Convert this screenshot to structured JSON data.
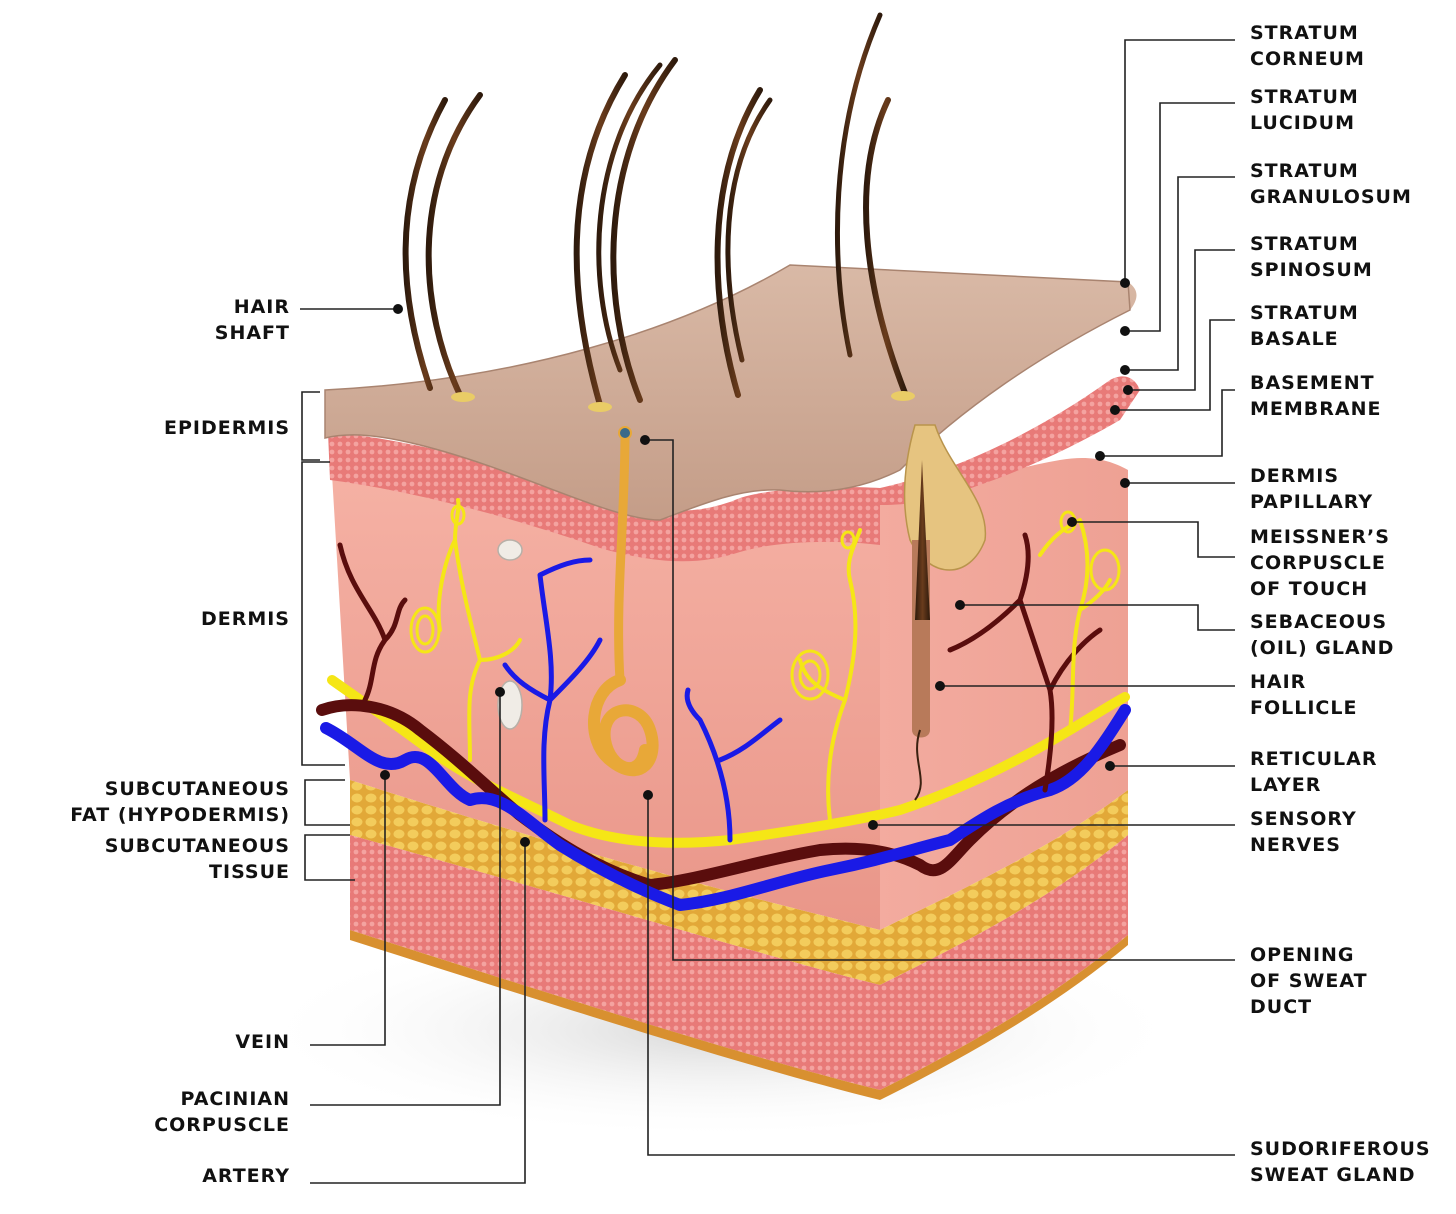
{
  "labels": {
    "hair_shaft": "HAIR\nSHAFT",
    "epidermis": "EPIDERMIS",
    "dermis": "DERMIS",
    "subcutaneous_fat": "SUBCUTANEOUS\nFAT (HYPODERMIS)",
    "subcutaneous_tissue": "SUBCUTANEOUS\nTISSUE",
    "vein": "VEIN",
    "pacinian_corpuscle": "PACINIAN\nCORPUSCLE",
    "artery": "ARTERY",
    "stratum_corneum": "STRATUM\nCORNEUM",
    "stratum_lucidum": "STRATUM\nLUCIDUM",
    "stratum_granulosum": "STRATUM\nGRANULOSUM",
    "stratum_spinosum": "STRATUM\nSPINOSUM",
    "stratum_basale": "STRATUM\nBASALE",
    "basement_membrane": "BASEMENT\nMEMBRANE",
    "dermis_papillary": "DERMIS\nPAPILLARY",
    "meissners_corpuscle": "MEISSNER’S\nCORPUSCLE\nOF TOUCH",
    "sebaceous_gland": "SEBACEOUS\n(OIL) GLAND",
    "hair_follicle": "HAIR\nFOLLICLE",
    "reticular_layer": "RETICULAR\nLAYER",
    "sensory_nerves": "SENSORY\nNERVES",
    "opening_sweat_duct": "OPENING\nOF SWEAT\nDUCT",
    "sudoriferous_gland": "SUDORIFEROUS\nSWEAT GLAND"
  },
  "colors": {
    "epidermis": "#c9a48f",
    "dermis": "#f0a79a",
    "fat": "#e8b43c",
    "vein": "#1a1ae6",
    "artery": "#5a0d0d",
    "nerve": "#f5e616",
    "hair": "#4a2a14",
    "sweat_gland": "#e8a838",
    "leader_line": "#222222"
  }
}
